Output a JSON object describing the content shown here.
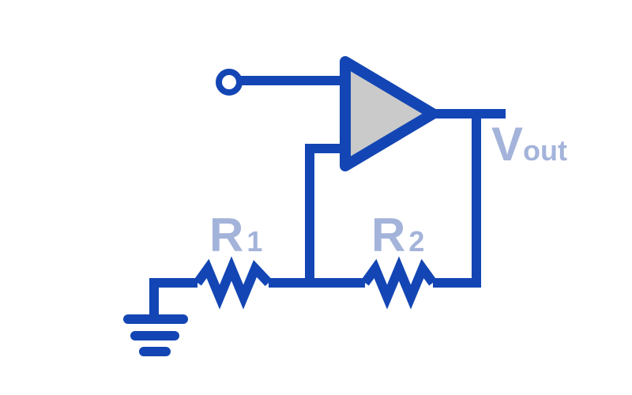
{
  "colors": {
    "wire": "#1346b4",
    "label": "#a3b3da",
    "opamp_fill": "#cacaca"
  },
  "labels": {
    "r1": {
      "main": "R",
      "sub": "1"
    },
    "r2": {
      "main": "R",
      "sub": "2"
    },
    "vout": {
      "main": "V",
      "sub": "out"
    }
  },
  "components": {
    "input_terminal": "input-terminal-icon",
    "opamp": "op-amp-icon",
    "resistor_r1": "resistor-icon",
    "resistor_r2": "resistor-icon",
    "ground": "ground-icon"
  }
}
